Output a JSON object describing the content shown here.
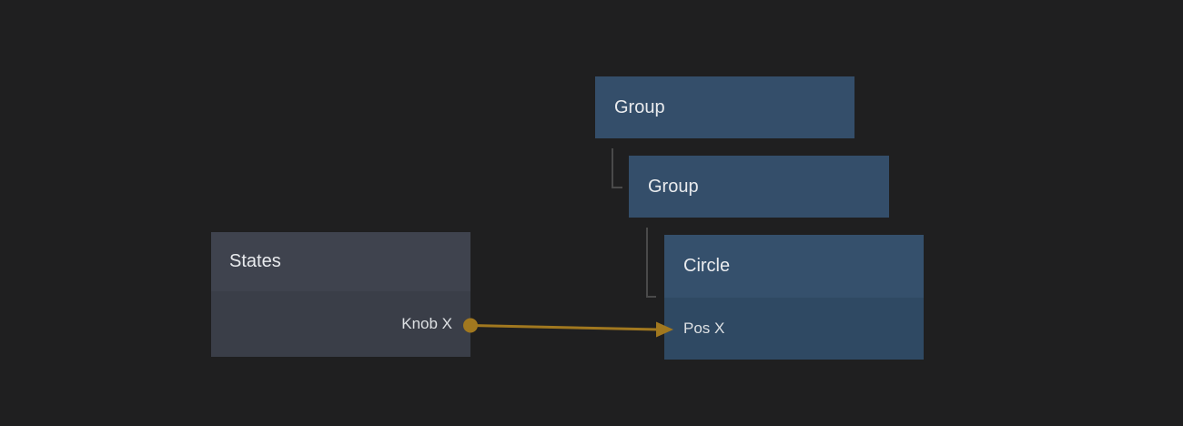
{
  "canvas": {
    "background": "#1f1f20"
  },
  "nodes": {
    "group_outer": {
      "title": "Group",
      "color": "#344e6a"
    },
    "group_inner": {
      "title": "Group",
      "color": "#344e6a"
    },
    "states": {
      "title": "States",
      "header_color": "#3f434e",
      "row_color": "#3a3e48",
      "ports": [
        {
          "label": "Knob X",
          "direction": "output"
        }
      ]
    },
    "circle": {
      "title": "Circle",
      "header_color": "#35506c",
      "row_color": "#2f4963",
      "ports": [
        {
          "label": "Pos X",
          "direction": "input"
        }
      ]
    }
  },
  "hierarchy": {
    "line_color": "#4a4a4a",
    "edges": [
      {
        "parent": "Group",
        "child": "Group"
      },
      {
        "parent": "Group",
        "child": "Circle"
      }
    ]
  },
  "connection": {
    "from_node": "States",
    "from_port": "Knob X",
    "to_node": "Circle",
    "to_port": "Pos X",
    "color": "#a1781f"
  },
  "text_color": "#e9ebee"
}
